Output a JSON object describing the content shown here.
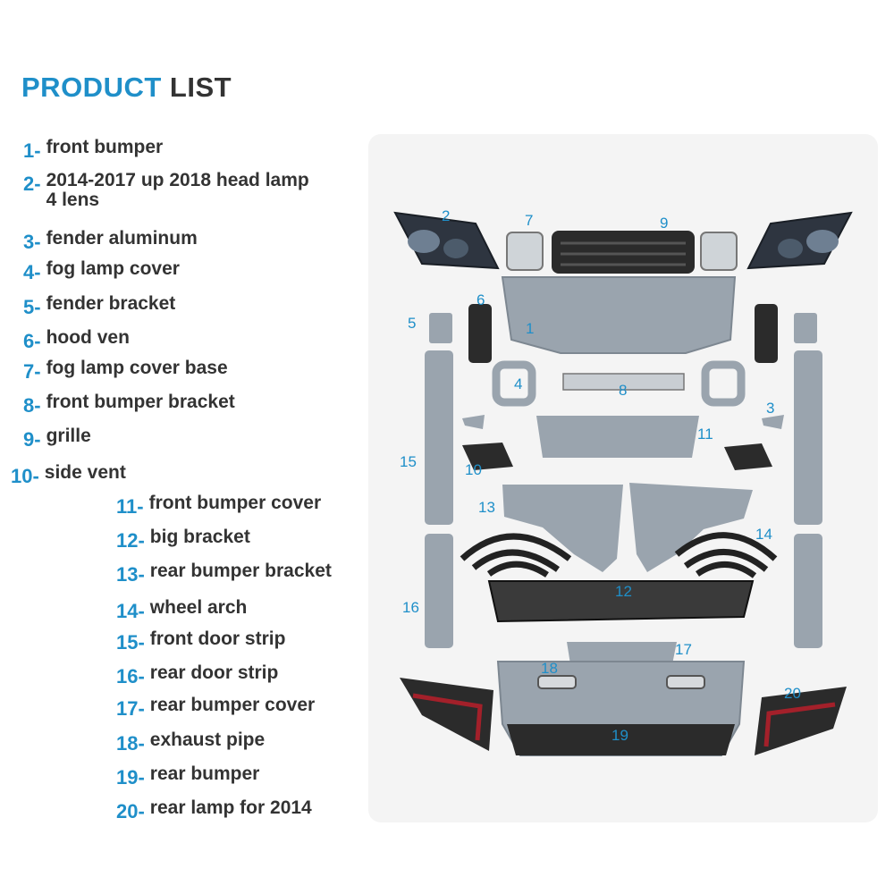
{
  "title": {
    "accent": "PRODUCT",
    "rest": "LIST"
  },
  "items": [
    {
      "num": "1-",
      "label": "front bumper"
    },
    {
      "num": "2-",
      "label": "2014-2017 up 2018  head lamp 4 lens"
    },
    {
      "num": "3-",
      "label": "fender aluminum"
    },
    {
      "num": "4-",
      "label": "fog lamp cover"
    },
    {
      "num": "5-",
      "label": "fender bracket"
    },
    {
      "num": "6-",
      "label": "hood ven"
    },
    {
      "num": "7-",
      "label": "fog lamp cover base"
    },
    {
      "num": "8-",
      "label": "front bumper bracket"
    },
    {
      "num": "9-",
      "label": "grille"
    },
    {
      "num": "10-",
      "label": "side vent"
    },
    {
      "num": "11-",
      "label": "front bumper cover"
    },
    {
      "num": "12-",
      "label": "big bracket"
    },
    {
      "num": "13-",
      "label": "rear bumper bracket"
    },
    {
      "num": "14-",
      "label": "wheel arch"
    },
    {
      "num": "15-",
      "label": "front door strip"
    },
    {
      "num": "16-",
      "label": "rear door strip"
    },
    {
      "num": "17-",
      "label": "rear bumper cover"
    },
    {
      "num": "18-",
      "label": "exhaust pipe"
    },
    {
      "num": "19-",
      "label": "rear bumper"
    },
    {
      "num": "20-",
      "label": "rear lamp for 2014"
    }
  ],
  "part_numbers": [
    "1",
    "2",
    "3",
    "4",
    "5",
    "6",
    "7",
    "8",
    "9",
    "10",
    "11",
    "12",
    "13",
    "14",
    "15",
    "16",
    "17",
    "18",
    "19",
    "20"
  ],
  "colors": {
    "accent": "#1f8fc9",
    "text": "#333333",
    "panel": "#f4f4f4",
    "part_grey": "#9aa4ae",
    "part_dark": "#2b2b2b",
    "lamp_red": "#a3202a"
  }
}
